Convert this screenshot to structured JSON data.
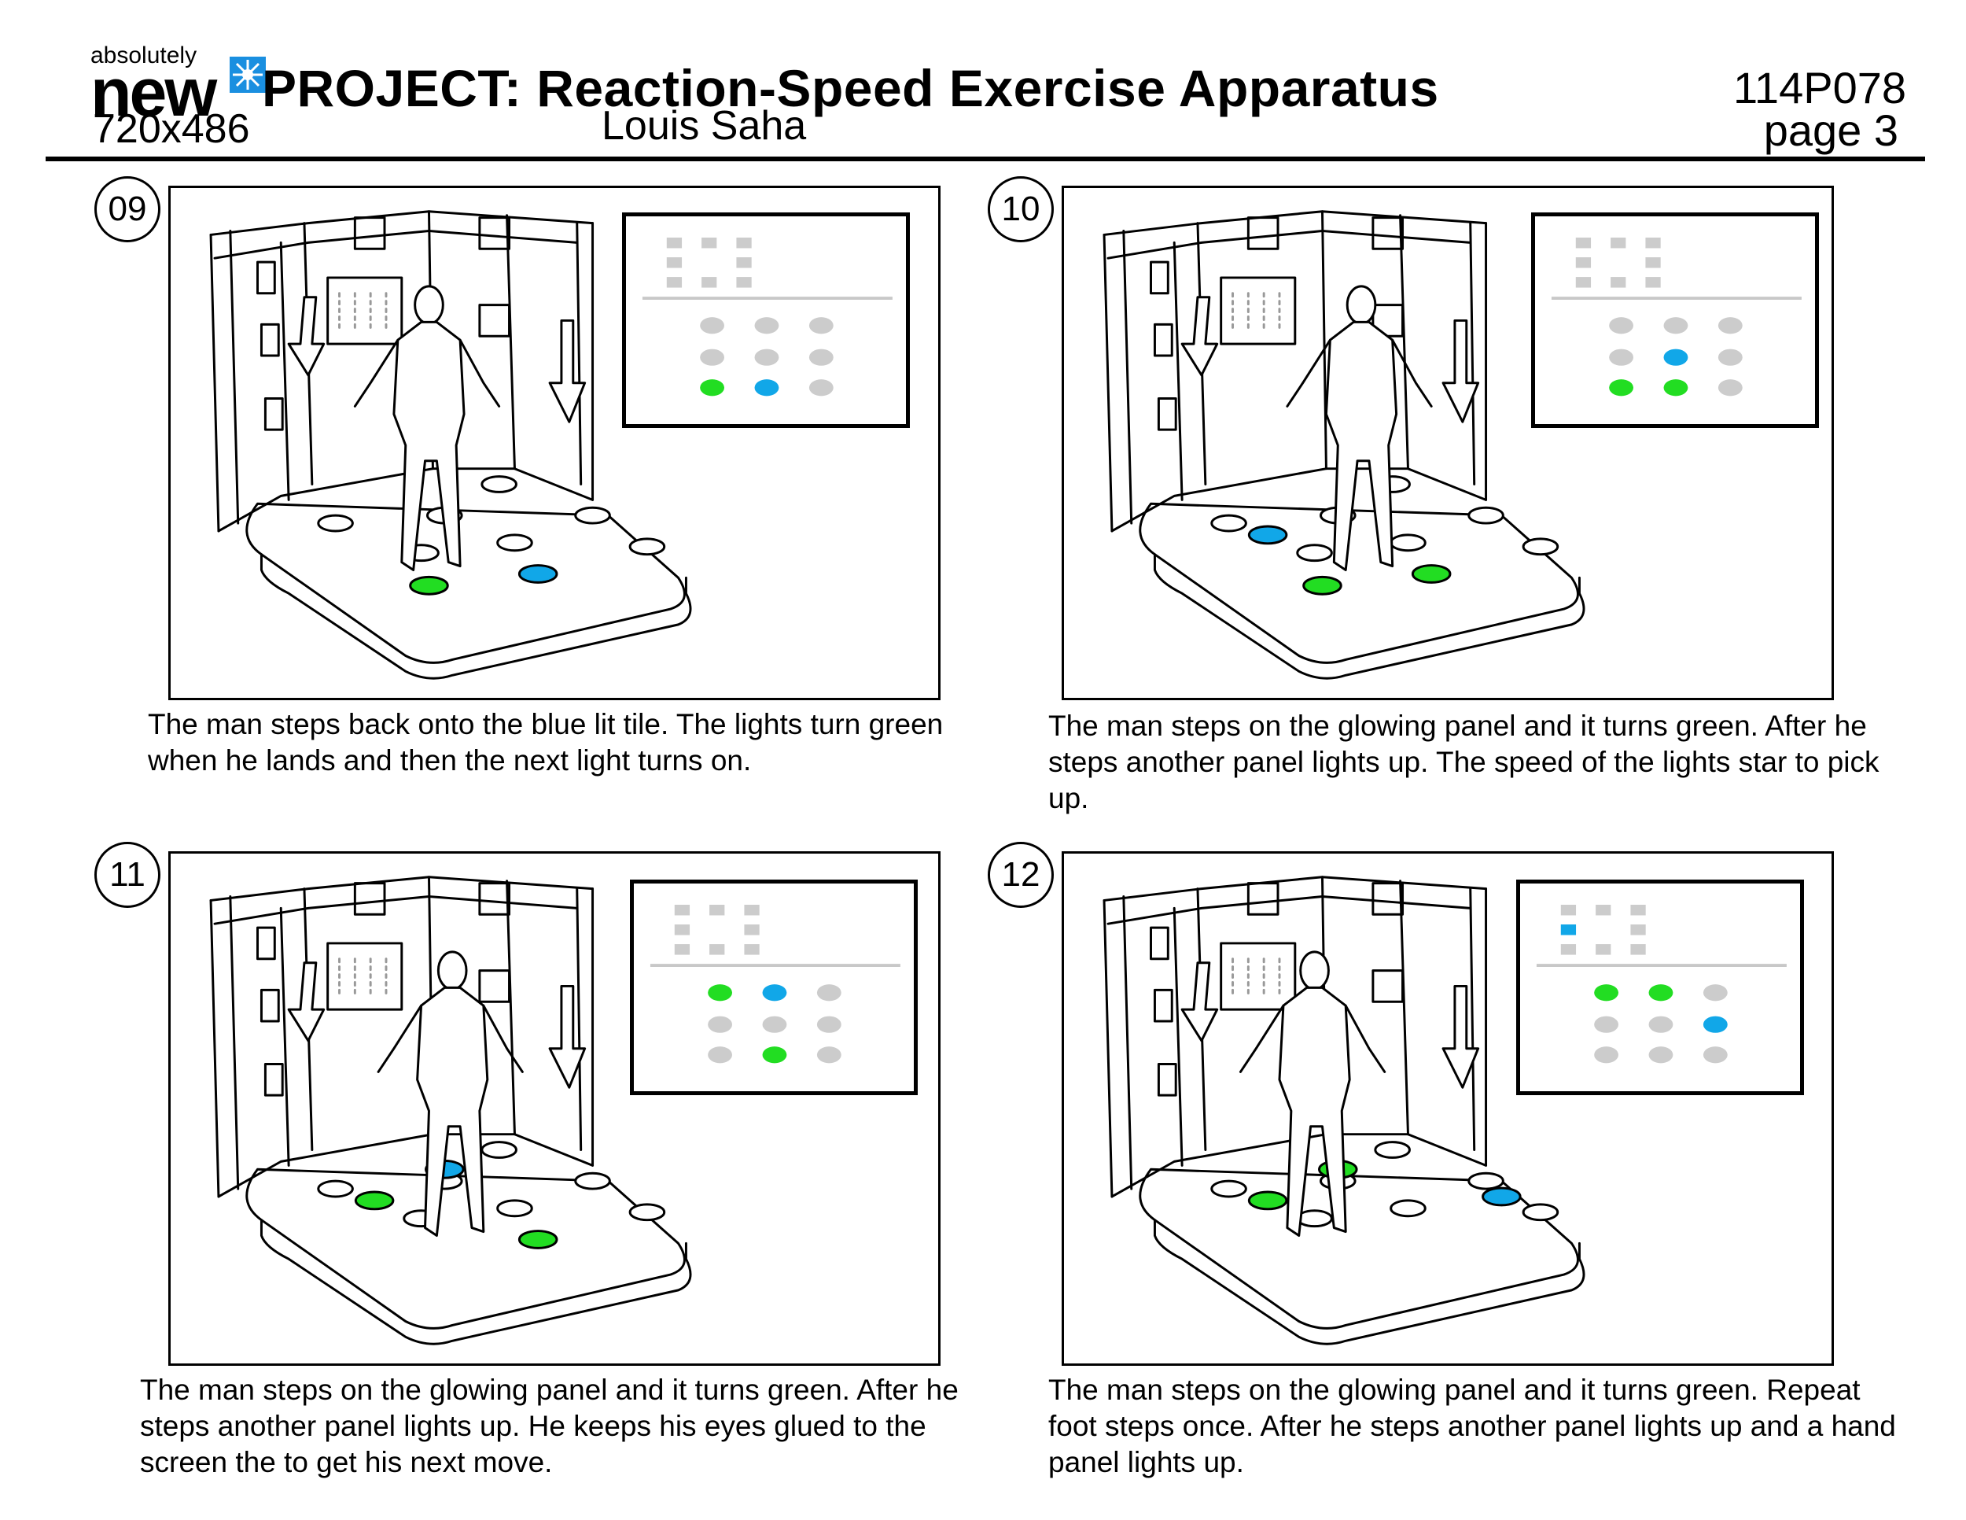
{
  "header": {
    "logo_small": "absolutely",
    "logo_big": "new",
    "dimensions": "720x486",
    "project_title": "PROJECT: Reaction-Speed Exercise Apparatus",
    "author": "Louis Saha",
    "job_number": "114P078",
    "page": "page 3"
  },
  "colors": {
    "green": "#22dd22",
    "blue": "#11a7e8",
    "grey": "#cccccc",
    "line": "#000000"
  },
  "panels": [
    {
      "number": "09",
      "caption": "The man steps back onto the blue lit tile. The lights turn green when he lands and then the next light turns on.",
      "display": {
        "squares": [
          "grey",
          "grey",
          "grey",
          "grey",
          "none",
          "grey",
          "grey",
          "grey",
          "grey"
        ],
        "dots": [
          "grey",
          "grey",
          "grey",
          "grey",
          "grey",
          "grey",
          "green",
          "blue",
          "grey"
        ]
      },
      "floor_lit": [
        {
          "pos": "front-left",
          "color": "green"
        },
        {
          "pos": "front-center",
          "color": "blue"
        }
      ]
    },
    {
      "number": "10",
      "caption": "The man steps on the glowing panel and it turns green. After he steps another panel lights up. The speed of the lights star to pick up.",
      "display": {
        "squares": [
          "grey",
          "grey",
          "grey",
          "grey",
          "none",
          "grey",
          "grey",
          "grey",
          "grey"
        ],
        "dots": [
          "grey",
          "grey",
          "grey",
          "grey",
          "blue",
          "grey",
          "green",
          "green",
          "grey"
        ]
      },
      "floor_lit": [
        {
          "pos": "left",
          "color": "blue"
        },
        {
          "pos": "front-left",
          "color": "green"
        },
        {
          "pos": "front-center",
          "color": "green"
        }
      ]
    },
    {
      "number": "11",
      "caption": "The man steps on the glowing panel and it turns green. After he steps another panel lights up. He keeps his eyes glued to the screen the to get his next move.",
      "display": {
        "squares": [
          "grey",
          "grey",
          "grey",
          "grey",
          "none",
          "grey",
          "grey",
          "grey",
          "grey"
        ],
        "dots": [
          "green",
          "blue",
          "grey",
          "grey",
          "grey",
          "grey",
          "grey",
          "green",
          "grey"
        ]
      },
      "floor_lit": [
        {
          "pos": "left",
          "color": "green"
        },
        {
          "pos": "back-center",
          "color": "blue"
        },
        {
          "pos": "front-center",
          "color": "green"
        }
      ]
    },
    {
      "number": "12",
      "caption": "The man steps on the glowing panel and it turns green. Repeat foot steps once. After he steps another panel lights up and a hand panel lights up.",
      "display": {
        "squares": [
          "grey",
          "grey",
          "grey",
          "blue",
          "none",
          "grey",
          "grey",
          "grey",
          "grey"
        ],
        "dots": [
          "green",
          "green",
          "grey",
          "grey",
          "grey",
          "blue",
          "grey",
          "grey",
          "grey"
        ]
      },
      "floor_lit": [
        {
          "pos": "left",
          "color": "green"
        },
        {
          "pos": "back-center",
          "color": "green"
        },
        {
          "pos": "right",
          "color": "blue"
        }
      ]
    }
  ]
}
